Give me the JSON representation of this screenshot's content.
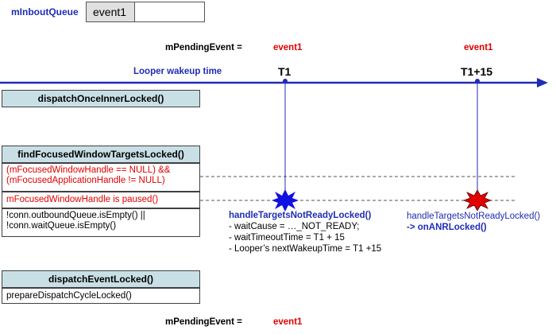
{
  "inbound_queue": {
    "label": "mInboutQueue",
    "items": [
      "event1",
      ""
    ]
  },
  "pending_event": {
    "label": "mPendingEvent =",
    "top_value_t1": "event1",
    "top_value_t2": "event1",
    "bottom_value": "event1"
  },
  "timeline": {
    "label": "Looper wakeup time",
    "t1": "T1",
    "t2": "T1+15"
  },
  "functions": {
    "dispatch_once": "dispatchOnceInnerLocked()",
    "find_focused": "findFocusedWindowTargetsLocked()",
    "cond_null_line1": "(mFocusedWindowHandle == NULL) &&",
    "cond_null_line2": "(mFocusedApplicationHandle != NULL)",
    "cond_paused": "mFocusedWindowHandle  is paused()",
    "cond_queue_line1": "!conn.outboundQueue.isEmpty()  ||",
    "cond_queue_line2": "!conn.waitQueue.isEmpty()",
    "dispatch_event": "dispatchEventLocked()",
    "prepare_cycle": "prepareDispatchCycleLocked()"
  },
  "handle_t1": {
    "title": "handleTargetsNotReadyLocked()",
    "lines": [
      "- waitCause = …_NOT_READY;",
      "- waitTimeoutTime  = T1 + 15",
      "- Looper’s nextWakeupTime  = T1 +15"
    ]
  },
  "handle_t2": {
    "title": "handleTargetsNotReadyLocked()",
    "anr": "-> onANRLocked()"
  },
  "colors": {
    "blue": "#1f2db4",
    "red": "#e00000",
    "box_fill": "#c9dfe6",
    "axis": "#1f2db4",
    "star_blue": "#1010e0",
    "star_red": "#e00000"
  }
}
